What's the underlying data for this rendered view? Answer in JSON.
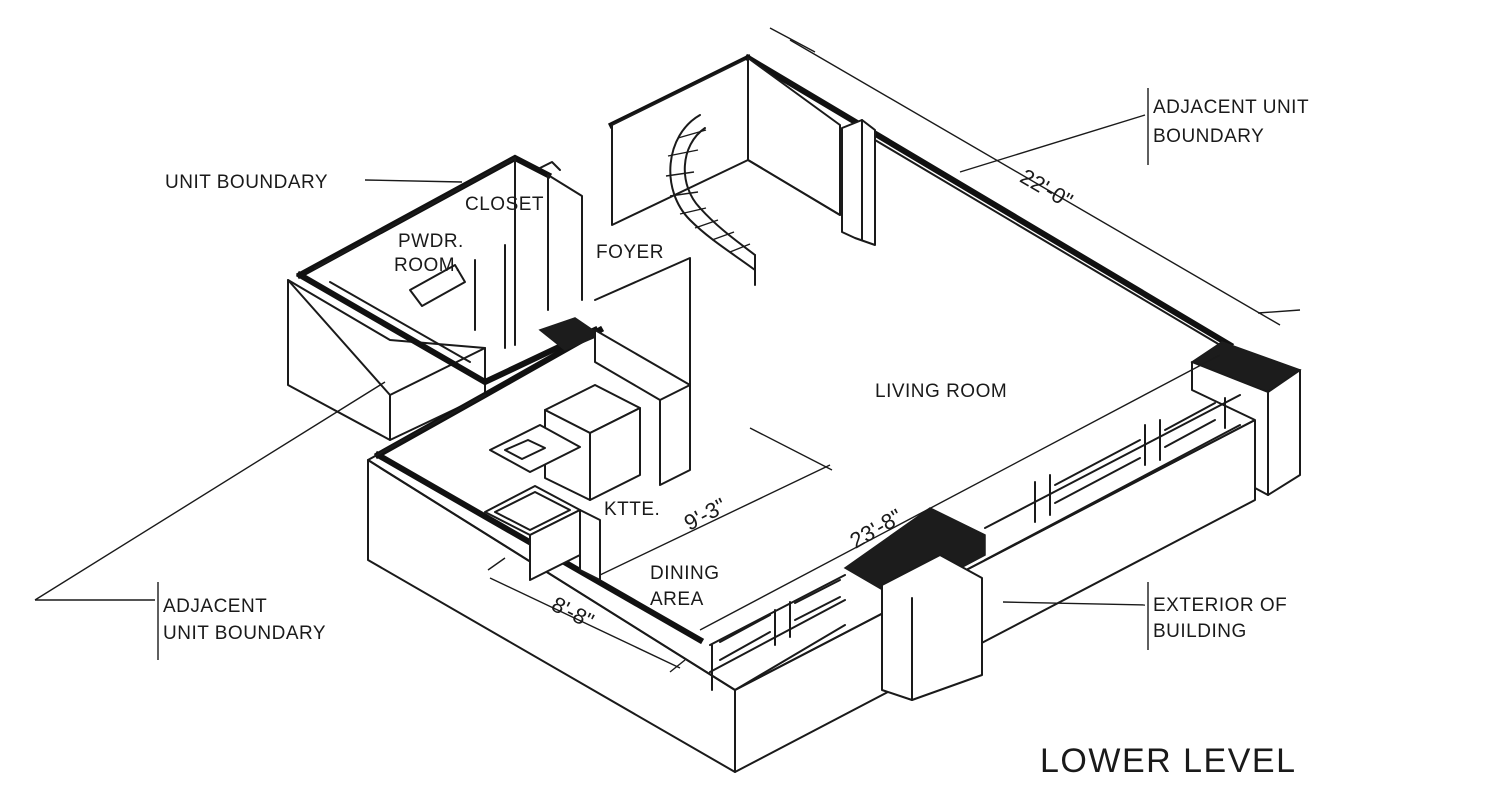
{
  "title": "LOWER LEVEL",
  "labels": {
    "unit_boundary": "UNIT BOUNDARY",
    "closet": "CLOSET",
    "pwdr_room_1": "PWDR.",
    "pwdr_room_2": "ROOM.",
    "foyer": "FOYER",
    "living_room": "LIVING ROOM",
    "kitchenette": "KTTE.",
    "dining_area_1": "DINING",
    "dining_area_2": "AREA",
    "adjacent_unit_boundary_right_1": "ADJACENT UNIT",
    "adjacent_unit_boundary_right_2": "BOUNDARY",
    "adjacent_unit_boundary_left_1": "ADJACENT",
    "adjacent_unit_boundary_left_2": "UNIT BOUNDARY",
    "exterior_of_building_1": "EXTERIOR OF",
    "exterior_of_building_2": "BUILDING"
  },
  "dimensions": {
    "rear_wall_length": "22'-0\"",
    "front_wall_length": "23'-8\"",
    "kitchenette_width": "9'-3\"",
    "dining_wall_length": "8'-8\""
  },
  "colors": {
    "ink": "#1a1a1a",
    "paper": "#ffffff",
    "poche": "#1c1c1c"
  }
}
